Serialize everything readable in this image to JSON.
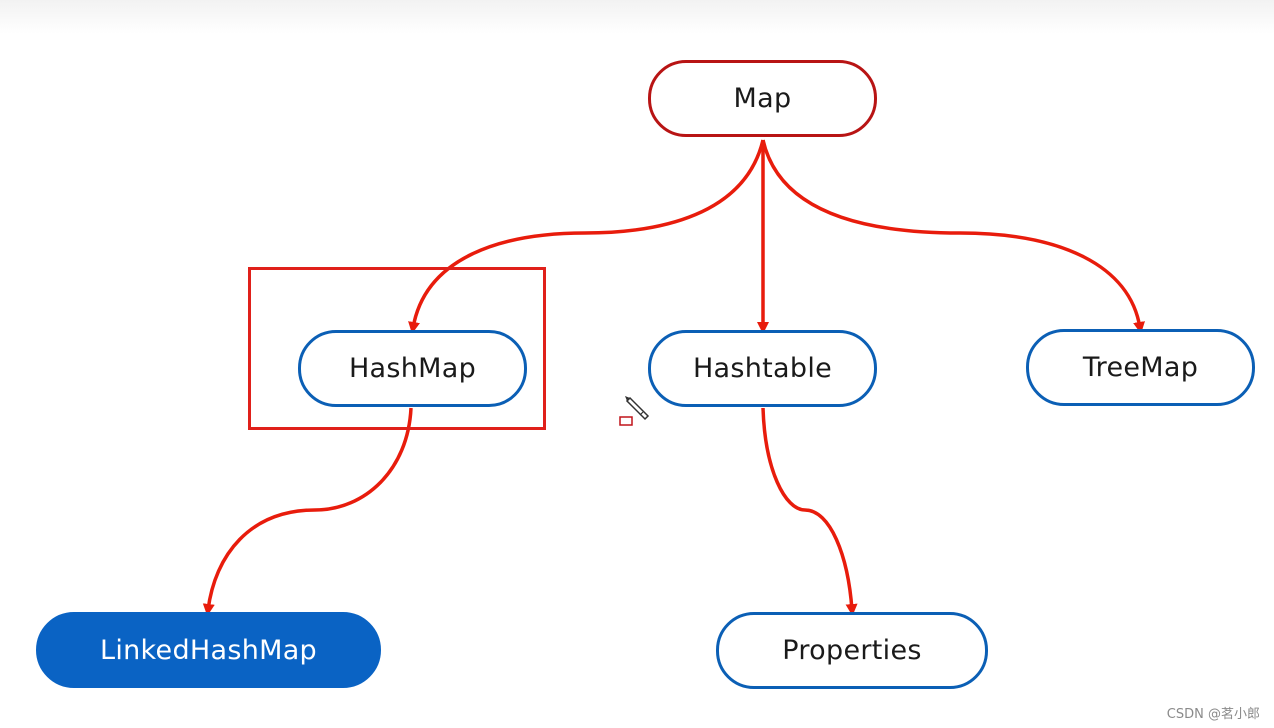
{
  "diagram": {
    "nodes": {
      "map": "Map",
      "hashmap": "HashMap",
      "hashtable": "Hashtable",
      "treemap": "TreeMap",
      "linkedhashmap": "LinkedHashMap",
      "properties": "Properties"
    },
    "edges": [
      {
        "from": "Map",
        "to": "HashMap"
      },
      {
        "from": "Map",
        "to": "Hashtable"
      },
      {
        "from": "Map",
        "to": "TreeMap"
      },
      {
        "from": "HashMap",
        "to": "LinkedHashMap"
      },
      {
        "from": "Hashtable",
        "to": "Properties"
      }
    ],
    "highlighted_node": "HashMap",
    "colors": {
      "edge": "#e81c0c",
      "root_border": "#b81414",
      "node_border": "#0b5fb5",
      "filled_node": "#0a63c4",
      "highlight_box": "#e0201a"
    }
  },
  "watermark": "CSDN @茗小郎",
  "cursor_icon": "pencil-icon"
}
